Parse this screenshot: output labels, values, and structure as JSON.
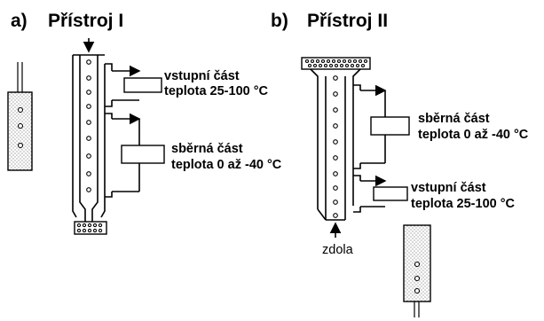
{
  "panel_a": {
    "letter": "a)",
    "title": "Přístroj I",
    "inlet": {
      "label_line1": "vstupní část",
      "label_line2": "teplota 25-100 °C"
    },
    "collector": {
      "label_line1": "sběrná část",
      "label_line2": "teplota 0 až -40 °C"
    }
  },
  "panel_b": {
    "letter": "b)",
    "title": "Přístroj II",
    "collector": {
      "label_line1": "sběrná část",
      "label_line2": "teplota 0 až -40 °C"
    },
    "inlet": {
      "label_line1": "vstupní část",
      "label_line2": "teplota 25-100 °C"
    },
    "bottom_label": "zdola"
  }
}
